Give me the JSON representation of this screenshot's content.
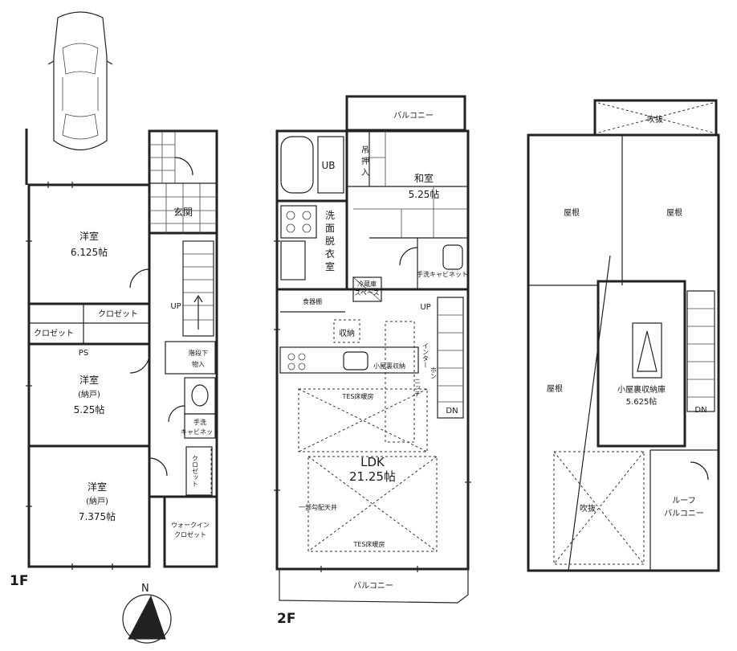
{
  "floor1": {
    "label": "1F",
    "rooms": {
      "yoshitsu1_name": "洋室",
      "yoshitsu1_size": "6.125帖",
      "closet_a": "クロゼット",
      "closet_b": "クロゼット",
      "ps": "PS",
      "yoshitsu2_name": "洋室",
      "yoshitsu2_sub": "(納戸)",
      "yoshitsu2_size": "5.25帖",
      "yoshitsu3_name": "洋室",
      "yoshitsu3_sub": "(納戸)",
      "yoshitsu3_size": "7.375帖",
      "genkan": "玄関",
      "up": "UP",
      "storage_under_stairs_1": "階段下",
      "storage_under_stairs_2": "物入",
      "hand_cabinet_1": "手洗",
      "hand_cabinet_2": "キャビネット",
      "closet_vertical": "クロゼット",
      "walkin_1": "ウォークイン",
      "walkin_2": "クロゼット"
    }
  },
  "floor2": {
    "label": "2F",
    "rooms": {
      "balcony_top": "バルコニー",
      "ub": "UB",
      "tsuri_1": "吊",
      "tsuri_2": "押",
      "tsuri_3": "入",
      "washitsu_name": "和室",
      "washitsu_size": "5.25帖",
      "senmen_1": "洗",
      "senmen_2": "面",
      "senmen_3": "脱",
      "senmen_4": "衣",
      "senmen_5": "室",
      "reizouko_1": "冷蔵庫",
      "reizouko_2": "スペース",
      "hand_cabinet": "手洗キャビネット",
      "shokuryoko": "食器棚",
      "up": "UP",
      "shuno": "収納",
      "intercom_1": "インター",
      "intercom_2": "ホン",
      "niche": "ニッチ",
      "koyaura_shuno": "小屋裏収納",
      "tes_1": "TES床暖房",
      "dn": "DN",
      "ldk_name": "LDK",
      "ldk_size": "21.25帖",
      "kobai": "一部勾配天井",
      "tes_2": "TES床暖房",
      "balcony_bottom": "バルコニー"
    }
  },
  "attic": {
    "rooms": {
      "fukinuke_top": "吹抜",
      "yane_1": "屋根",
      "yane_2": "屋根",
      "yane_3": "屋根",
      "koyaura_name": "小屋裏収納庫",
      "koyaura_size": "5.625帖",
      "dn": "DN",
      "fukinuke_bottom": "吹抜",
      "roof_balcony_1": "ルーフ",
      "roof_balcony_2": "バルコニー"
    }
  },
  "compass": {
    "north": "N"
  }
}
